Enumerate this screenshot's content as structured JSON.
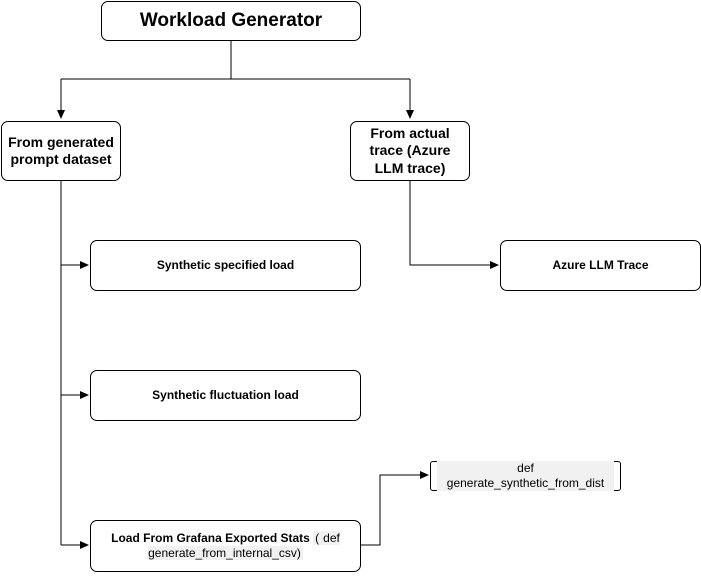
{
  "nodes": {
    "root": {
      "label": "Workload Generator"
    },
    "generated": {
      "label": "From generated prompt dataset"
    },
    "actual_trace": {
      "label": "From actual trace (Azure LLM trace)"
    },
    "specified_load": {
      "label": "Synthetic specified load"
    },
    "fluctuation_load": {
      "label": "Synthetic fluctuation load"
    },
    "grafana": {
      "label": "Load From Grafana Exported Stats",
      "code": "def generate_from_internal_csv)",
      "code_prefix": "("
    },
    "azure_trace": {
      "label": "Azure LLM Trace"
    },
    "synthetic_dist": {
      "label": "def generate_synthetic_from_dist"
    }
  }
}
